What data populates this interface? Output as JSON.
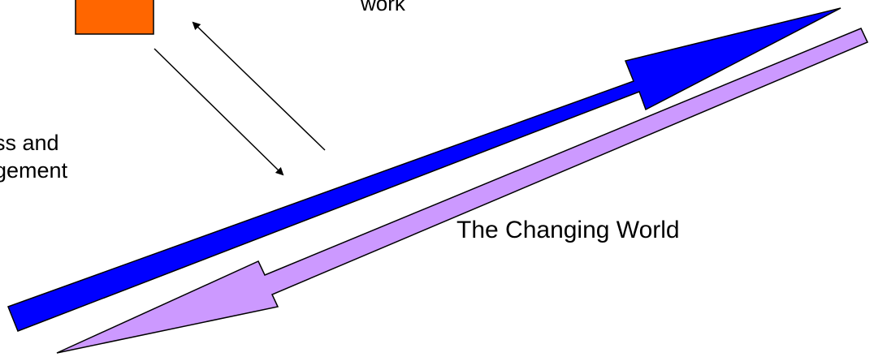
{
  "labels": {
    "work": "work",
    "process_line1": "ess and",
    "process_line2": "agement",
    "world": "The Changing World"
  },
  "colors": {
    "box_fill": "#ff6600",
    "box_stroke": "#000000",
    "blue_arrow": "#0000ff",
    "purple_arrow": "#cc99ff",
    "outline": "#000000"
  }
}
